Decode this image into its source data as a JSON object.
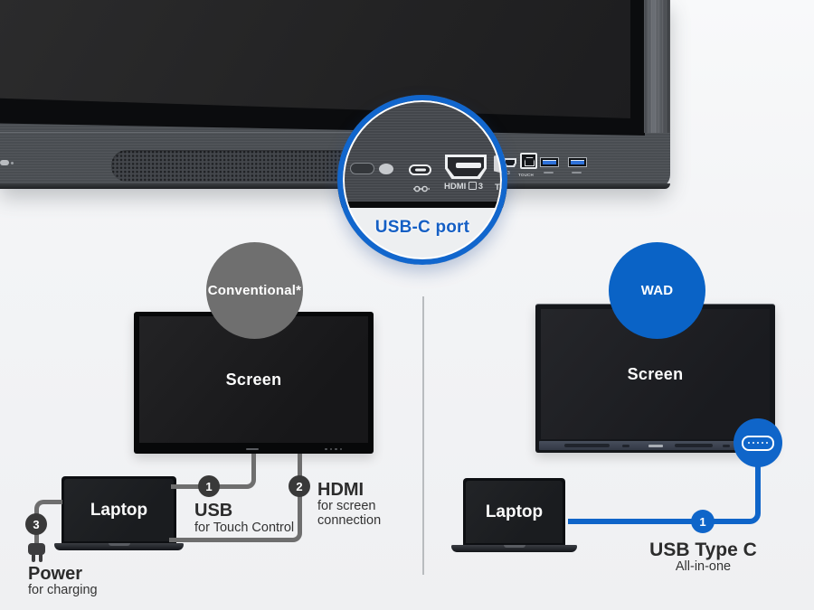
{
  "magnifier": {
    "label": "USB-C port",
    "hdmi_label": "HDMI",
    "hdmi_num": "3",
    "partial_label": "T"
  },
  "device_ports": {
    "hdmi_num": "3",
    "touch_label": "TOUCH"
  },
  "left": {
    "tag": "Conventional*",
    "screen_label": "Screen",
    "laptop_label": "Laptop",
    "connections": [
      {
        "num": "1",
        "title": "USB",
        "desc": "for Touch Control"
      },
      {
        "num": "2",
        "title": "HDMI",
        "desc_line1": "for screen",
        "desc_line2": "connection"
      },
      {
        "num": "3",
        "title": "Power",
        "desc": "for charging"
      }
    ]
  },
  "right": {
    "tag": "WAD",
    "screen_label": "Screen",
    "laptop_label": "Laptop",
    "connections": [
      {
        "num": "1",
        "title": "USB Type C",
        "desc": "All-in-one"
      }
    ]
  },
  "colors": {
    "accent_blue": "#0f65c9",
    "magnifier_ring": "#1166cd",
    "circle_gray": "#6f6f6f",
    "cable_gray": "#6e6e6e",
    "badge_dark": "#393939",
    "text_dark": "#2c2c2c",
    "caption_blue": "#155fc4"
  }
}
